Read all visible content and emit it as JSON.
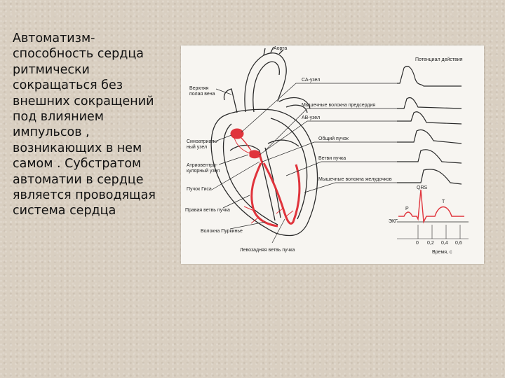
{
  "text_lines": [
    "Автоматизм-",
    "способность сердца",
    "ритмически",
    "сокращаться без",
    "внешних сокращений",
    "под влиянием",
    "импульсов ,",
    "возникающих в нем",
    "самом . Субстратом",
    "автоматии в сердце",
    "является проводящая",
    "система сердца"
  ],
  "labels": {
    "aorta": "Аорта",
    "sup_vena_cava_1": "Верхняя",
    "sup_vena_cava_2": "полая вена",
    "sa_node_1": "Синоатриаль-",
    "sa_node_2": "ный узел",
    "av_node_1": "Атриовентри-",
    "av_node_2": "кулярный узел",
    "his_bundle": "Пучок Гиса",
    "right_branch": "Правая ветвь пучка",
    "purkinje": "Волокна Пуркинье",
    "left_branch": "Левозадняя ветвь пучка",
    "action_potential": "Потенциал действия",
    "sa_node_right": "СА-узел",
    "atrial_fibers": "Мышечные волокна предсердия",
    "av_node_right": "АВ-узел",
    "common_bundle": "Общий пучок",
    "bundle_branch": "Ветви пучка",
    "ventricular_fibers": "Мышечные волокна желудочков",
    "ecg": "ЭКГ",
    "qrs": "QRS",
    "p": "P",
    "t": "T",
    "time": "Время, с",
    "tick_0": "0",
    "tick_02": "0,2",
    "tick_04": "0,4",
    "tick_06": "0,6"
  },
  "colors": {
    "conduction": "#e0343c",
    "line": "#2a2a2a"
  }
}
